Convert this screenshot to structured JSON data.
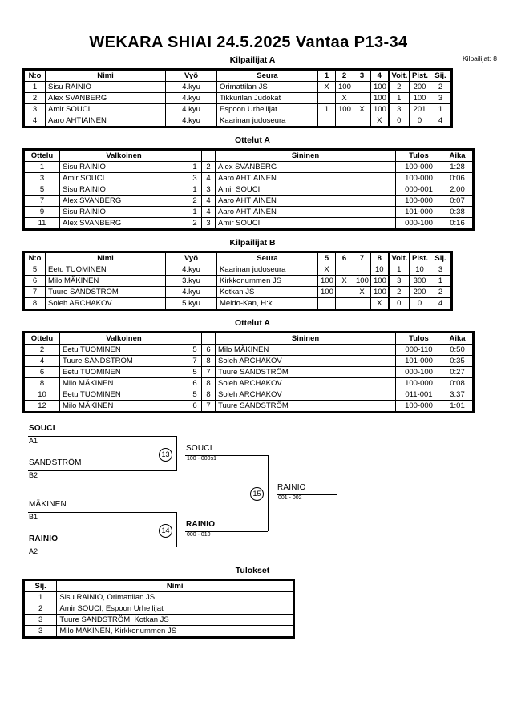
{
  "header": {
    "title": "WEKARA SHIAI  24.5.2025  Vantaa   P13-34",
    "competitor_count": "Kilpailijat: 8"
  },
  "pool_a": {
    "heading": "Kilpailijat A",
    "columns": [
      "N:o",
      "Nimi",
      "Vyö",
      "Seura",
      "1",
      "2",
      "3",
      "4",
      "Voit.",
      "Pist.",
      "Sij."
    ],
    "rows": [
      {
        "no": "1",
        "name": "Sisu RAINIO",
        "belt": "4.kyu",
        "club": "Orimattilan JS",
        "m": [
          "X",
          "100",
          "",
          "100"
        ],
        "wins": "2",
        "points": "200",
        "rank": "2"
      },
      {
        "no": "2",
        "name": "Alex SVANBERG",
        "belt": "4.kyu",
        "club": "Tikkurilan Judokat",
        "m": [
          "",
          "X",
          "",
          "100"
        ],
        "wins": "1",
        "points": "100",
        "rank": "3"
      },
      {
        "no": "3",
        "name": "Amir SOUCI",
        "belt": "4.kyu",
        "club": "Espoon Urheilijat",
        "m": [
          "1",
          "100",
          "X",
          "100"
        ],
        "wins": "3",
        "points": "201",
        "rank": "1"
      },
      {
        "no": "4",
        "name": "Aaro AHTIAINEN",
        "belt": "4.kyu",
        "club": "Kaarinan judoseura",
        "m": [
          "",
          "",
          "",
          "X"
        ],
        "wins": "0",
        "points": "0",
        "rank": "4"
      }
    ]
  },
  "matches_a": {
    "heading": "Ottelut A",
    "columns": [
      "Ottelu",
      "Valkoinen",
      "",
      "",
      "Sininen",
      "Tulos",
      "Aika"
    ],
    "rows": [
      {
        "no": "1",
        "white": "Sisu RAINIO",
        "white_bold": true,
        "wn": "1",
        "bn": "2",
        "blue": "Alex SVANBERG",
        "blue_bold": false,
        "result": "100-000",
        "time": "1:28"
      },
      {
        "no": "3",
        "white": "Amir SOUCI",
        "white_bold": true,
        "wn": "3",
        "bn": "4",
        "blue": "Aaro AHTIAINEN",
        "blue_bold": false,
        "result": "100-000",
        "time": "0:06"
      },
      {
        "no": "5",
        "white": "Sisu RAINIO",
        "white_bold": false,
        "wn": "1",
        "bn": "3",
        "blue": "Amir SOUCI",
        "blue_bold": true,
        "result": "000-001",
        "time": "2:00"
      },
      {
        "no": "7",
        "white": "Alex SVANBERG",
        "white_bold": true,
        "wn": "2",
        "bn": "4",
        "blue": "Aaro AHTIAINEN",
        "blue_bold": false,
        "result": "100-000",
        "time": "0:07"
      },
      {
        "no": "9",
        "white": "Sisu RAINIO",
        "white_bold": true,
        "wn": "1",
        "bn": "4",
        "blue": "Aaro AHTIAINEN",
        "blue_bold": false,
        "result": "101-000",
        "time": "0:38"
      },
      {
        "no": "11",
        "white": "Alex SVANBERG",
        "white_bold": false,
        "wn": "2",
        "bn": "3",
        "blue": "Amir SOUCI",
        "blue_bold": true,
        "result": "000-100",
        "time": "0:16"
      }
    ]
  },
  "pool_b": {
    "heading": "Kilpailijat B",
    "columns": [
      "N:o",
      "Nimi",
      "Vyö",
      "Seura",
      "5",
      "6",
      "7",
      "8",
      "Voit.",
      "Pist.",
      "Sij."
    ],
    "rows": [
      {
        "no": "5",
        "name": "Eetu TUOMINEN",
        "belt": "4.kyu",
        "club": "Kaarinan judoseura",
        "m": [
          "X",
          "",
          "",
          "10"
        ],
        "wins": "1",
        "points": "10",
        "rank": "3"
      },
      {
        "no": "6",
        "name": "Milo MÄKINEN",
        "belt": "3.kyu",
        "club": "Kirkkonummen JS",
        "m": [
          "100",
          "X",
          "100",
          "100"
        ],
        "wins": "3",
        "points": "300",
        "rank": "1"
      },
      {
        "no": "7",
        "name": "Tuure SANDSTRÖM",
        "belt": "4.kyu",
        "club": "Kotkan JS",
        "m": [
          "100",
          "",
          "X",
          "100"
        ],
        "wins": "2",
        "points": "200",
        "rank": "2"
      },
      {
        "no": "8",
        "name": "Soleh ARCHAKOV",
        "belt": "5.kyu",
        "club": "Meido-Kan, H:ki",
        "m": [
          "",
          "",
          "",
          "X"
        ],
        "wins": "0",
        "points": "0",
        "rank": "4"
      }
    ]
  },
  "matches_b": {
    "heading": "Ottelut A",
    "columns": [
      "Ottelu",
      "Valkoinen",
      "",
      "",
      "Sininen",
      "Tulos",
      "Aika"
    ],
    "rows": [
      {
        "no": "2",
        "white": "Eetu TUOMINEN",
        "white_bold": false,
        "wn": "5",
        "bn": "6",
        "blue": "Milo MÄKINEN",
        "blue_bold": true,
        "result": "000-110",
        "time": "0:50"
      },
      {
        "no": "4",
        "white": "Tuure SANDSTRÖM",
        "white_bold": true,
        "wn": "7",
        "bn": "8",
        "blue": "Soleh ARCHAKOV",
        "blue_bold": false,
        "result": "101-000",
        "time": "0:35"
      },
      {
        "no": "6",
        "white": "Eetu TUOMINEN",
        "white_bold": false,
        "wn": "5",
        "bn": "7",
        "blue": "Tuure SANDSTRÖM",
        "blue_bold": true,
        "result": "000-100",
        "time": "0:27"
      },
      {
        "no": "8",
        "white": "Milo MÄKINEN",
        "white_bold": true,
        "wn": "6",
        "bn": "8",
        "blue": "Soleh ARCHAKOV",
        "blue_bold": false,
        "result": "100-000",
        "time": "0:08"
      },
      {
        "no": "10",
        "white": "Eetu TUOMINEN",
        "white_bold": true,
        "wn": "5",
        "bn": "8",
        "blue": "Soleh ARCHAKOV",
        "blue_bold": false,
        "result": "011-001",
        "time": "3:37"
      },
      {
        "no": "12",
        "white": "Milo MÄKINEN",
        "white_bold": true,
        "wn": "6",
        "bn": "7",
        "blue": "Tuure SANDSTRÖM",
        "blue_bold": false,
        "result": "100-000",
        "time": "1:01"
      }
    ]
  },
  "bracket": {
    "slots": [
      {
        "name": "SOUCI",
        "code": "A1",
        "bold": true
      },
      {
        "name": "SANDSTRÖM",
        "code": "B2",
        "bold": false
      },
      {
        "name": "MÄKINEN",
        "code": "B1",
        "bold": false
      },
      {
        "name": "RAINIO",
        "code": "A2",
        "bold": true
      }
    ],
    "nodes": [
      {
        "id": "13",
        "winner": "SOUCI",
        "score": "100 - 000s1",
        "bold": false
      },
      {
        "id": "14",
        "winner": "RAINIO",
        "score": "000 - 010",
        "bold": true
      },
      {
        "id": "15",
        "winner": "RAINIO",
        "score": "001 - 002",
        "bold": false
      }
    ]
  },
  "results": {
    "heading": "Tulokset",
    "columns": [
      "Sij.",
      "Nimi"
    ],
    "rows": [
      {
        "pos": "1",
        "name": "Sisu RAINIO, Orimattilan JS"
      },
      {
        "pos": "2",
        "name": "Amir SOUCI, Espoon Urheilijat"
      },
      {
        "pos": "3",
        "name": "Tuure SANDSTRÖM, Kotkan JS"
      },
      {
        "pos": "3",
        "name": "Milo MÄKINEN, Kirkkonummen JS"
      }
    ]
  }
}
